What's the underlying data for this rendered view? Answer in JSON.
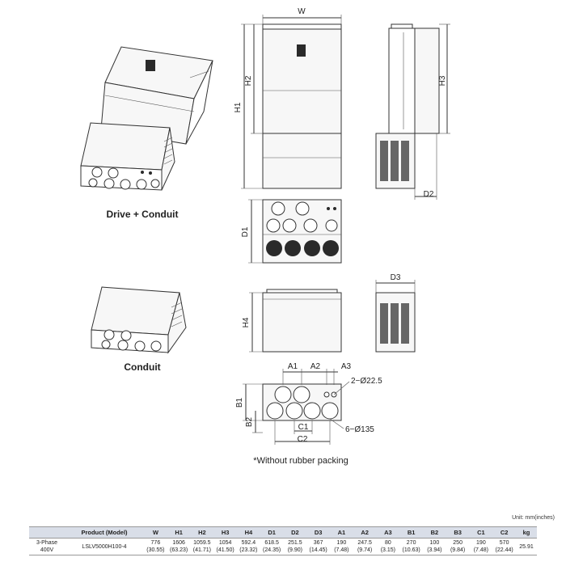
{
  "labels": {
    "W": "W",
    "H1": "H1",
    "H2": "H2",
    "H3": "H3",
    "H4": "H4",
    "D1": "D1",
    "D2": "D2",
    "D3": "D3",
    "A1": "A1",
    "A2": "A2",
    "A3": "A3",
    "B1": "B1",
    "B2": "B2",
    "C1": "C1",
    "C2": "C2",
    "hole_small": "2−Ø22.5",
    "hole_large": "6−Ø135"
  },
  "captions": {
    "drive_conduit": "Drive + Conduit",
    "conduit": "Conduit",
    "note": "*Without rubber packing"
  },
  "unit": "Unit: mm(inches)",
  "table": {
    "headers": [
      "",
      "Product (Model)",
      "W",
      "H1",
      "H2",
      "H3",
      "H4",
      "D1",
      "D2",
      "D3",
      "A1",
      "A2",
      "A3",
      "B1",
      "B2",
      "B3",
      "C1",
      "C2",
      "kg"
    ],
    "row": {
      "phase": "3-Phase 400V",
      "model": "LSLV5000H100-4",
      "values": [
        {
          "mm": "776",
          "in": "(30.55)"
        },
        {
          "mm": "1606",
          "in": "(63.23)"
        },
        {
          "mm": "1059.5",
          "in": "(41.71)"
        },
        {
          "mm": "1054",
          "in": "(41.50)"
        },
        {
          "mm": "592.4",
          "in": "(23.32)"
        },
        {
          "mm": "618.5",
          "in": "(24.35)"
        },
        {
          "mm": "251.5",
          "in": "(9.90)"
        },
        {
          "mm": "367",
          "in": "(14.45)"
        },
        {
          "mm": "190",
          "in": "(7.48)"
        },
        {
          "mm": "247.5",
          "in": "(9.74)"
        },
        {
          "mm": "80",
          "in": "(3.15)"
        },
        {
          "mm": "270",
          "in": "(10.63)"
        },
        {
          "mm": "100",
          "in": "(3.94)"
        },
        {
          "mm": "250",
          "in": "(9.84)"
        },
        {
          "mm": "190",
          "in": "(7.48)"
        },
        {
          "mm": "570",
          "in": "(22.44)"
        },
        {
          "mm": "25.91",
          "in": ""
        }
      ]
    }
  }
}
